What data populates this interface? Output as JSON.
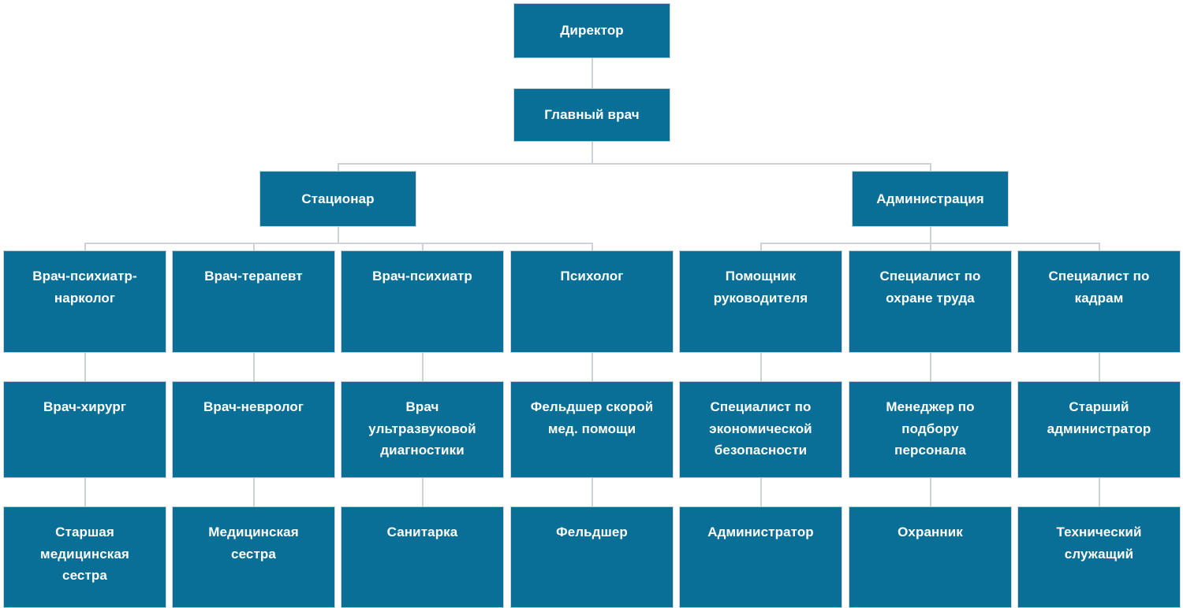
{
  "chart_data": {
    "type": "diagram",
    "diagram_type": "organizational-chart",
    "title": "",
    "orientation": "top-down",
    "node_color": "#0a6f96",
    "connector_color": "#cdd2d5",
    "text_color": "#ffffff",
    "background": "#ffffff",
    "levels": 5,
    "nodes": [
      {
        "id": "director",
        "label": "Директор",
        "level": 1,
        "parent": null
      },
      {
        "id": "chief_doctor",
        "label": "Главный врач",
        "level": 2,
        "parent": "director"
      },
      {
        "id": "hospital",
        "label": "Стационар",
        "level": 3,
        "parent": "chief_doctor"
      },
      {
        "id": "administration",
        "label": "Администрация",
        "level": 3,
        "parent": "chief_doctor"
      },
      {
        "id": "psych_narc",
        "label": "Врач-психиатр-\nнарколог",
        "level": 4,
        "parent": "hospital"
      },
      {
        "id": "therapist",
        "label": "Врач-терапевт",
        "level": 4,
        "parent": "hospital"
      },
      {
        "id": "psychiatrist",
        "label": "Врач-психиатр",
        "level": 4,
        "parent": "hospital"
      },
      {
        "id": "psychologist",
        "label": "Психолог",
        "level": 4,
        "parent": "hospital"
      },
      {
        "id": "assistant_head",
        "label": "Помощник\nруководителя",
        "level": 4,
        "parent": "administration"
      },
      {
        "id": "labor_safety",
        "label": "Специалист по\nохране труда",
        "level": 4,
        "parent": "administration"
      },
      {
        "id": "hr_specialist",
        "label": "Специалист по\nкадрам",
        "level": 4,
        "parent": "administration"
      },
      {
        "id": "surgeon",
        "label": "Врач-хирург",
        "level": 5,
        "parent": "psych_narc"
      },
      {
        "id": "neurologist",
        "label": "Врач-невролог",
        "level": 5,
        "parent": "therapist"
      },
      {
        "id": "ultrasound",
        "label": "Врач\nультразвуковой\nдиагностики",
        "level": 5,
        "parent": "psychiatrist"
      },
      {
        "id": "paramedic_amb",
        "label": "Фельдшер скорой\nмед. помощи",
        "level": 5,
        "parent": "psychologist"
      },
      {
        "id": "econ_security",
        "label": "Специалист по\nэкономической\nбезопасности",
        "level": 5,
        "parent": "assistant_head"
      },
      {
        "id": "recruiter",
        "label": "Менеджер по\nподбору\nперсонала",
        "level": 5,
        "parent": "labor_safety"
      },
      {
        "id": "senior_admin",
        "label": "Старший\nадминистратор",
        "level": 5,
        "parent": "hr_specialist"
      },
      {
        "id": "head_nurse",
        "label": "Старшая\nмедицинская\nсестра",
        "level": 6,
        "parent": "surgeon"
      },
      {
        "id": "nurse",
        "label": "Медицинская\nсестра",
        "level": 6,
        "parent": "neurologist"
      },
      {
        "id": "orderly",
        "label": "Санитарка",
        "level": 6,
        "parent": "ultrasound"
      },
      {
        "id": "paramedic",
        "label": "Фельдшер",
        "level": 6,
        "parent": "paramedic_amb"
      },
      {
        "id": "administrator",
        "label": "Администратор",
        "level": 6,
        "parent": "econ_security"
      },
      {
        "id": "guard",
        "label": "Охранник",
        "level": 6,
        "parent": "recruiter"
      },
      {
        "id": "technical_staff",
        "label": "Технический\nслужащий",
        "level": 6,
        "parent": "senior_admin"
      }
    ]
  }
}
